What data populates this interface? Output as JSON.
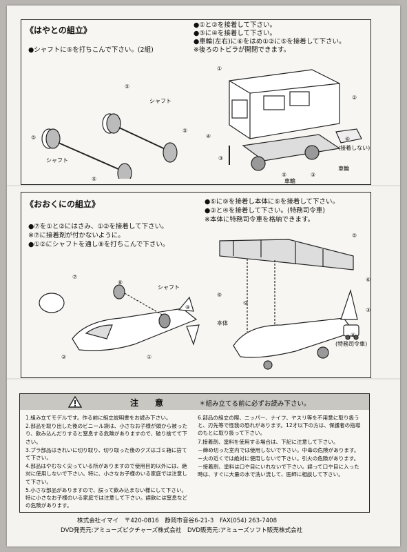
{
  "hayato": {
    "title": "《はやとの組立》",
    "left_step": "●シャフトに⑤を打ちこんで下さい。(2組)",
    "right_steps": [
      "●①と②を接着して下さい。",
      "●③に④を接着して下さい。",
      "●車輪(左右)に⑥をはめ①②に⑤を接着して下さい。",
      "※後ろのトビラが開閉できます。"
    ],
    "labels": {
      "shaft_top": "シャフト",
      "shaft_bottom": "シャフト",
      "wheel_left": "車輪",
      "wheel_right": "車輪",
      "no_glue": "(接着しない)"
    }
  },
  "ookuni": {
    "title": "《おおくにの組立》",
    "left_steps": [
      "●⑦を①と②にはさみ、①②を接着して下さい。",
      "※⑦に接着剤が付かないように。",
      "●①②にシャフトを通し⑧を打ちこんで下さい。"
    ],
    "right_steps": [
      "●⑤に⑨を接着し本体に⑤を接着して下さい。",
      "●③と④を接着して下さい。(特務司令車)",
      "※本体に特務司令車を格納できます。"
    ],
    "labels": {
      "shaft": "シャフト",
      "body": "本体",
      "command_car": "(特務司令車)"
    }
  },
  "numbers": {
    "n1": "①",
    "n2": "②",
    "n3": "③",
    "n4": "④",
    "n5": "⑤",
    "n6": "⑥",
    "n7": "⑦",
    "n8": "⑧",
    "n9": "⑨"
  },
  "notice": {
    "title": "注　　意",
    "subtitle": "＊組み立てる前に必ずお読み下さい。",
    "left_items": [
      "1.組み立てモデルです。作る前に組立説明書をお読み下さい。",
      "2.部品を取り出した後のビニール袋は、小さなお子様が頭から被ったり、飲み込んだりすると窒息する危険がありますので、破り捨てて下さい。",
      "3.プラ部品はきれいに切り取り、切り取った後のクズはゴミ箱に捨てて下さい。",
      "4.部品はやむなく尖っている所がありますので使用目的以外には、絶対に使用しないで下さい。特に、小さなお子様のいる家庭では注意して下さい。",
      "5.小さな部品がありますので、誤って飲み込まない様にして下さい。特に小さなお子様のいる家庭では注意して下さい。誤飲には窒息などの危険があります。"
    ],
    "right_items": [
      "6.部品の組立の際、ニッパー、ナイフ、ヤスリ等を不用意に取り扱うと、刃先等で怪我の恐れがあります。12才以下の方は、保護者の指導のもとに取り扱って下さい。",
      "7.接着剤、塗料を使用する場合は、下記に注意して下さい。",
      "－締め切った室内では使用しないで下さい。中毒の危険があります。",
      "－火の近くでは絶対に使用しないで下さい。引火の危険があります。",
      "－接着剤、塗料は口や目にいれないで下さい。誤って口や目に入った時は、すぐに大量の水で洗い流して、医師に相談して下さい。"
    ]
  },
  "footer": {
    "line1": "株式会社イマイ　〒420-0816　静岡市音谷6-21-3　FAX(054) 263-7408",
    "line2": "DVD発売元:アミューズピクチャーズ株式会社　DVD販売元:アミューズソフト販売株式会社"
  }
}
